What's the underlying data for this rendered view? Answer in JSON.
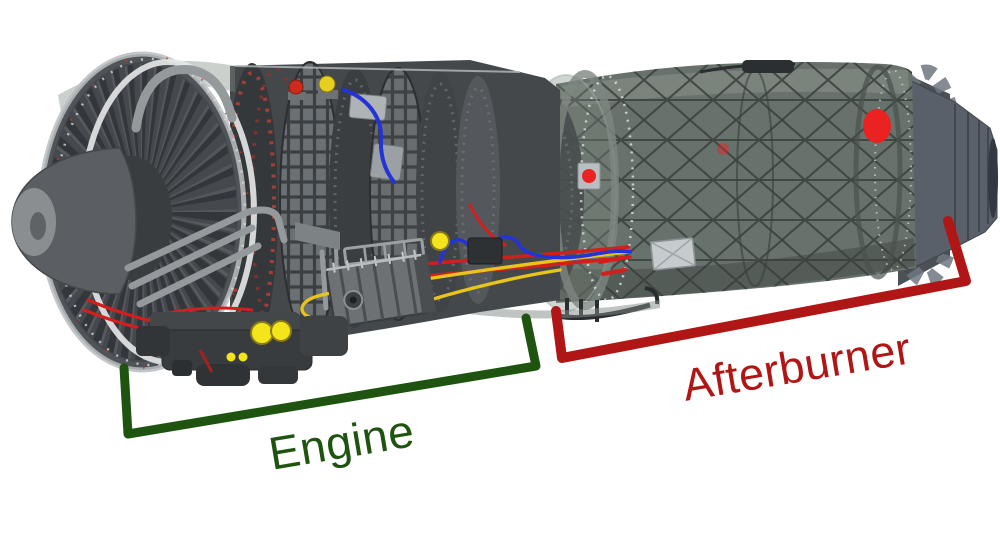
{
  "annotations": {
    "engine": {
      "label": "Engine",
      "color": "#1f5410"
    },
    "afterburner": {
      "label": "Afterburner",
      "color": "#b11616"
    }
  },
  "illustration": {
    "subject": "afterburning-turbofan-jet-engine-render",
    "colors": {
      "cable_red": "#d41e1e",
      "cable_blue": "#2433d6",
      "cable_yellow": "#e9c51b",
      "connector_yellow": "#f4e41c",
      "marker_red": "#ea2222",
      "cap_red": "#cf2a1c",
      "cap_yellow": "#e7cf1e",
      "duct_body": "#68726c",
      "core_casing": "#45484b"
    }
  }
}
